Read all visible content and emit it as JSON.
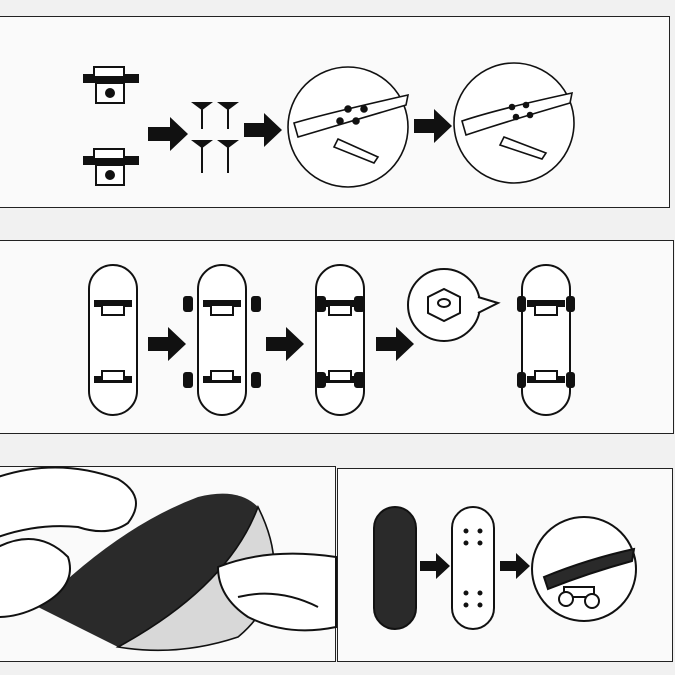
{
  "steps": [
    {
      "id": "mount-trucks-with-screws"
    },
    {
      "id": "attach-wheels-and-tighten-nuts"
    },
    {
      "id": "peel-and-apply-griptape"
    }
  ],
  "colors": {
    "line": "#1a1a1a",
    "fill": "#111111",
    "tape": "#2a2a2a",
    "backing": "#d8d8d8"
  }
}
